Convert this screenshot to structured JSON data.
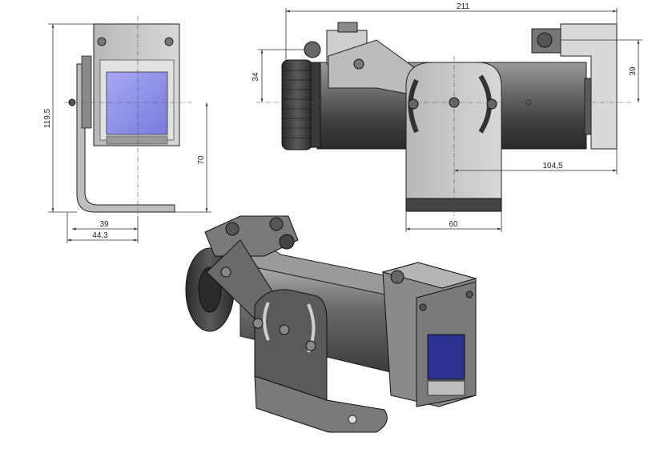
{
  "dimensions": {
    "overall_length": "211",
    "overall_height": "119,5",
    "offset_34": "34",
    "height_39_right": "39",
    "height_70": "70",
    "width_39": "39",
    "width_44_3": "44,3",
    "length_104_5": "104,5",
    "bracket_60": "60"
  },
  "colors": {
    "body_metal": "#8a8a8a",
    "dark_metal": "#4a4a4a",
    "light_metal": "#c8c8c8",
    "window_blue": "#8f8fe6",
    "window_dark": "#2a2f8a"
  }
}
